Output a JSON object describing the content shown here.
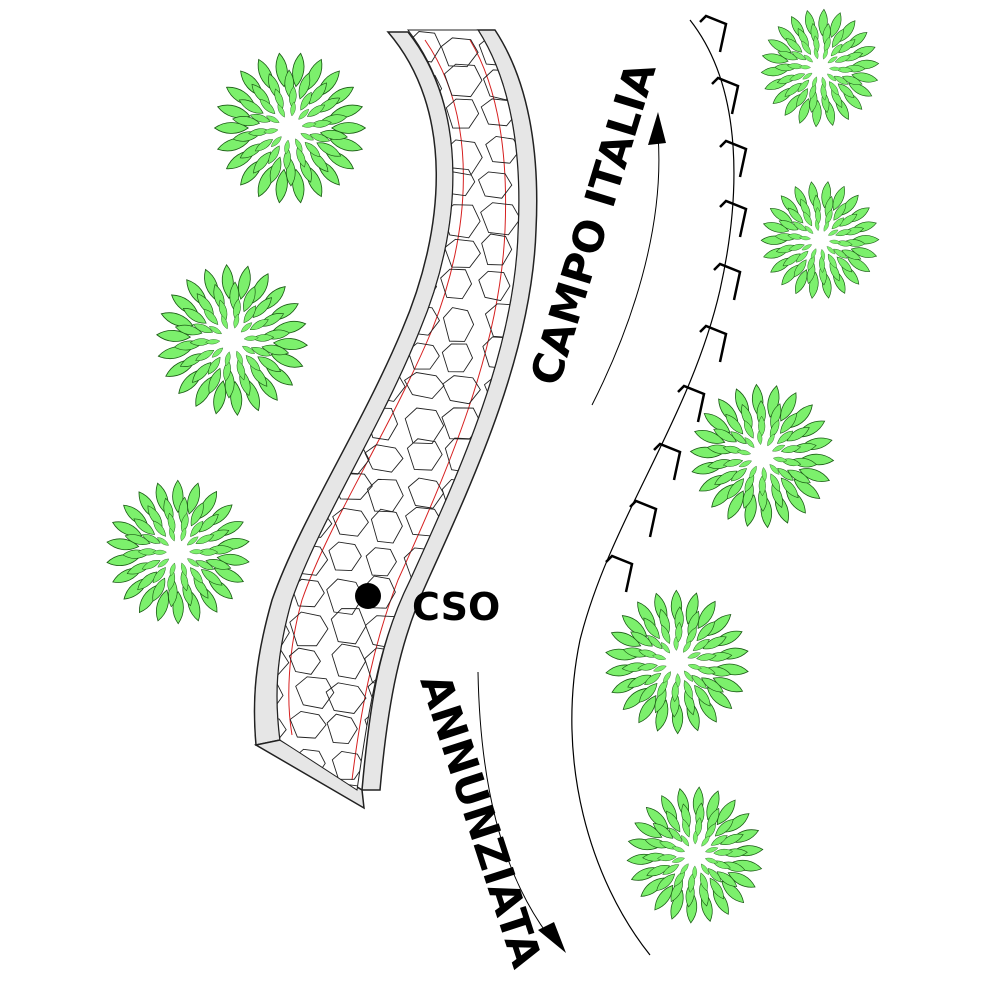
{
  "map": {
    "labels": {
      "street_upper": "CAMPO ITALIA",
      "street_lower": "ANNUNZIATA",
      "point": "CSO"
    },
    "colors": {
      "tree_fill": "#7CF06C",
      "tree_stroke": "#1a5a14",
      "wall_fill": "#e6e6e6",
      "wall_stroke": "#222222",
      "red_edge": "#d62020",
      "ink": "#000000"
    },
    "icons": {
      "tree": "tree-icon",
      "arrow": "arrow-icon",
      "point": "point-marker-icon"
    }
  }
}
